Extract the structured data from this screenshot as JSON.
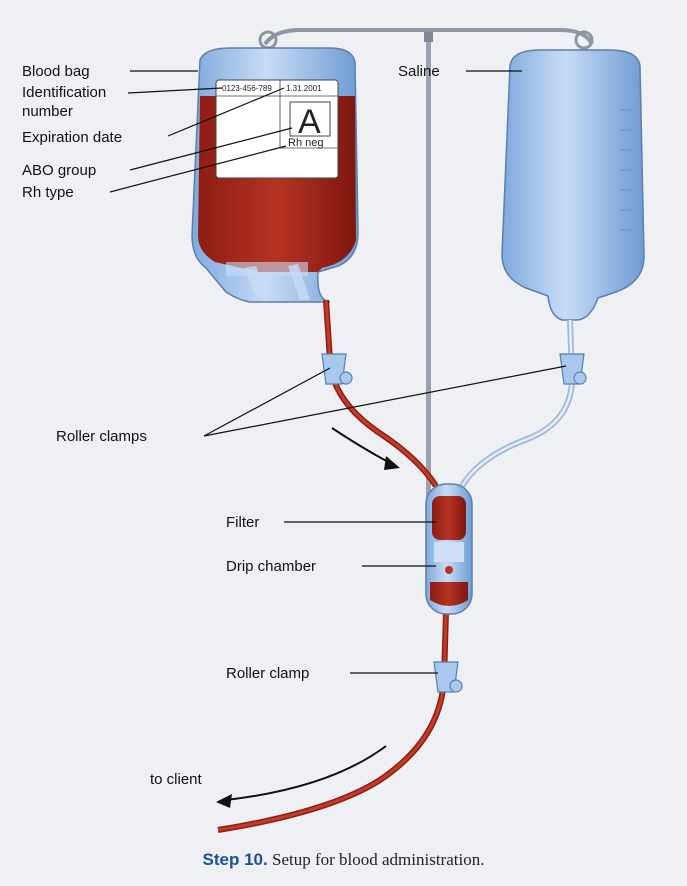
{
  "labels": {
    "blood_bag": "Blood bag",
    "identification_line1": "Identification",
    "identification_line2": "number",
    "expiration_date": "Expiration date",
    "abo_group": "ABO group",
    "rh_type": "Rh type",
    "saline": "Saline",
    "roller_clamps": "Roller clamps",
    "filter": "Filter",
    "drip_chamber": "Drip chamber",
    "roller_clamp": "Roller clamp",
    "to_client": "to client"
  },
  "bag_tag": {
    "id_number": "0123-456-789",
    "expiration": "1.31.2001",
    "abo": "A",
    "rh": "Rh neg"
  },
  "caption": {
    "step": "Step 10.",
    "text": "Setup for blood administration."
  },
  "colors": {
    "blood": "#a8261c",
    "saline_bag": "#a8c8ee",
    "tubing": "#c0c9d3"
  }
}
